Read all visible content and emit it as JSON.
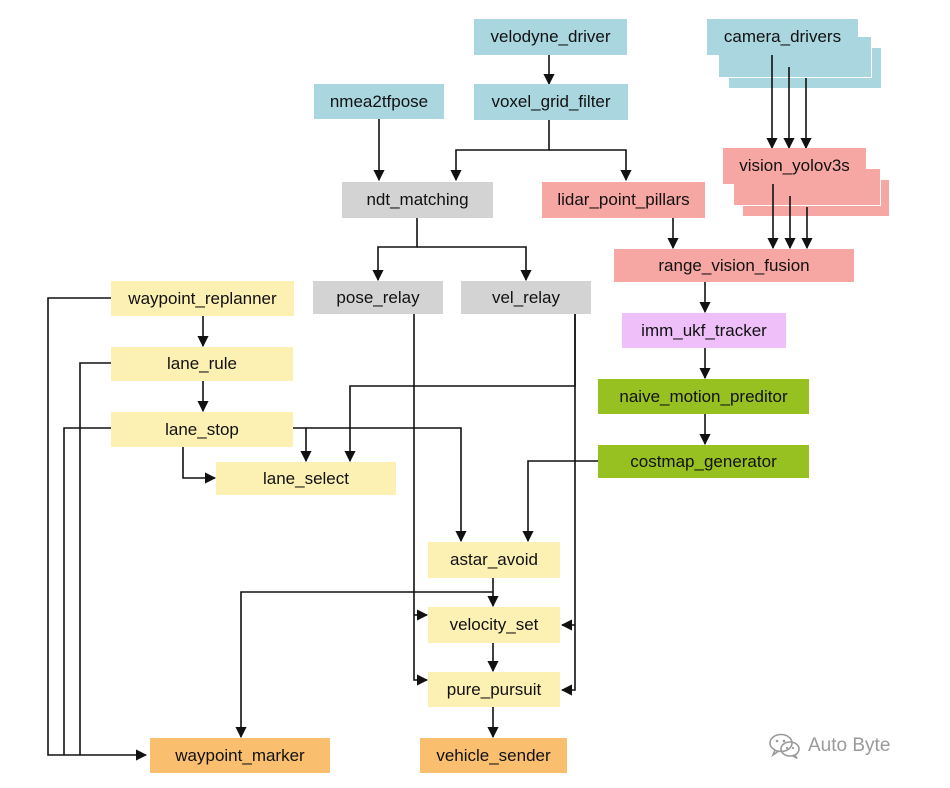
{
  "nodes": {
    "velodyne_driver": "velodyne_driver",
    "camera_drivers": "camera_drivers",
    "nmea2tfpose": "nmea2tfpose",
    "voxel_grid_filter": "voxel_grid_filter",
    "vision_yolov3s": "vision_yolov3s",
    "ndt_matching": "ndt_matching",
    "lidar_point_pillars": "lidar_point_pillars",
    "range_vision_fusion": "range_vision_fusion",
    "waypoint_replanner": "waypoint_replanner",
    "pose_relay": "pose_relay",
    "vel_relay": "vel_relay",
    "imm_ukf_tracker": "imm_ukf_tracker",
    "lane_rule": "lane_rule",
    "naive_motion_preditor": "naive_motion_preditor",
    "lane_stop": "lane_stop",
    "lane_select": "lane_select",
    "costmap_generator": "costmap_generator",
    "astar_avoid": "astar_avoid",
    "velocity_set": "velocity_set",
    "pure_pursuit": "pure_pursuit",
    "waypoint_marker": "waypoint_marker",
    "vehicle_sender": "vehicle_sender"
  },
  "colors": {
    "sensor": "#a9d6df",
    "localization": "#d3d3d3",
    "detection": "#f6a6a3",
    "tracking": "#eebff8",
    "prediction": "#97c121",
    "planning": "#fdf0b3",
    "output": "#f9bf6e",
    "edge": "#111111"
  },
  "watermark": {
    "icon": "wechat-icon",
    "text": "Auto Byte"
  }
}
